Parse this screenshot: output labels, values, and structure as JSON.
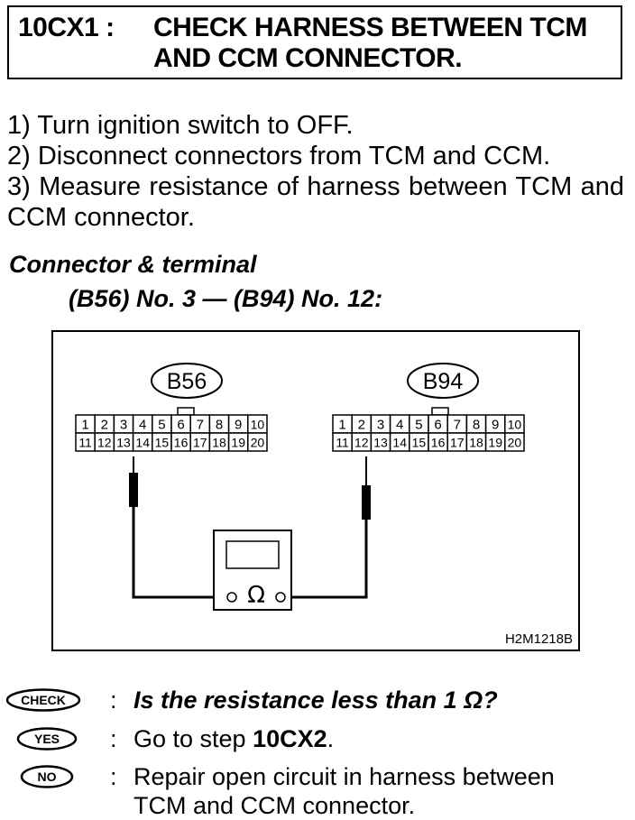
{
  "header": {
    "step_id": "10CX1 :",
    "title_line1": "CHECK HARNESS BETWEEN TCM",
    "title_line2": "AND CCM CONNECTOR."
  },
  "steps": [
    "1) Turn ignition switch to OFF.",
    "2) Disconnect connectors from TCM and CCM.",
    "3) Measure resistance of harness between TCM and CCM connector."
  ],
  "connector": {
    "heading": "Connector & terminal",
    "spec": "(B56) No. 3 — (B94) No. 12:"
  },
  "diagram": {
    "left_connector": "B56",
    "right_connector": "B94",
    "top_row_pins": [
      "1",
      "2",
      "3",
      "4",
      "5",
      "6",
      "7",
      "8",
      "9",
      "10"
    ],
    "bottom_row_pins": [
      "11",
      "12",
      "13",
      "14",
      "15",
      "16",
      "17",
      "18",
      "19",
      "20"
    ],
    "left_probe_pin": "3",
    "right_probe_pin": "12",
    "meter_symbol": "Ω",
    "figure_code": "H2M1218B"
  },
  "questions": {
    "check_badge": "CHECK",
    "yes_badge": "YES",
    "no_badge": "NO",
    "colon": ":",
    "check_text": "Is the resistance less than 1 Ω?",
    "yes_prefix": "Go to step ",
    "yes_step": "10CX2",
    "yes_suffix": ".",
    "no_line1": "Repair open circuit in harness between",
    "no_line2": "TCM and CCM connector."
  }
}
